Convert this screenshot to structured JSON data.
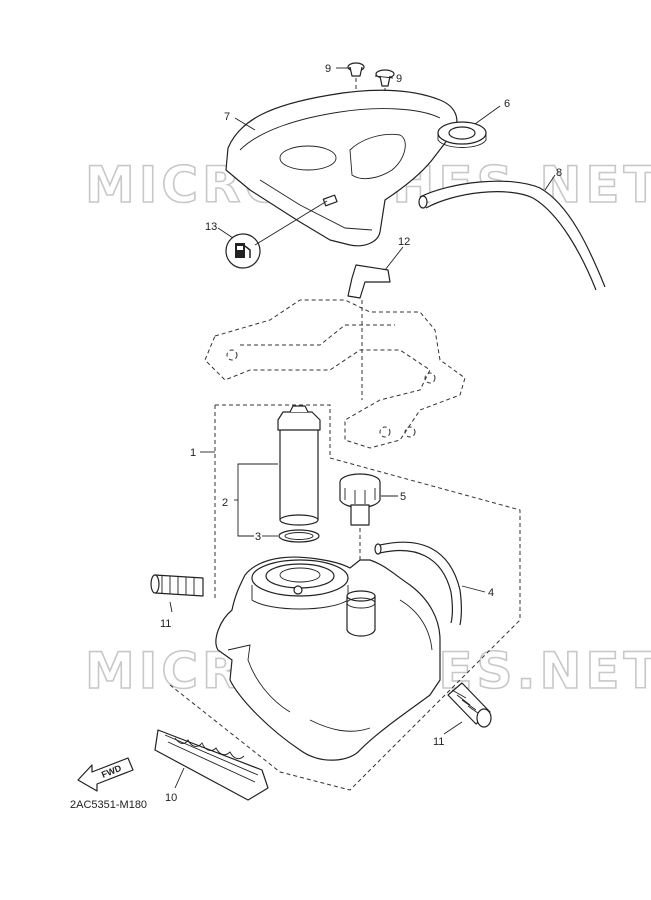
{
  "watermark": "MICROFICHES.NET",
  "diagram_code": "2AC5351-M180",
  "fwd_label": "FWD",
  "callouts": {
    "c1": "1",
    "c2": "2",
    "c3": "3",
    "c4": "4",
    "c5": "5",
    "c6": "6",
    "c7": "7",
    "c8": "8",
    "c9a": "9",
    "c9b": "9",
    "c10": "10",
    "c11a": "11",
    "c11b": "11",
    "c12": "12",
    "c13": "13"
  }
}
